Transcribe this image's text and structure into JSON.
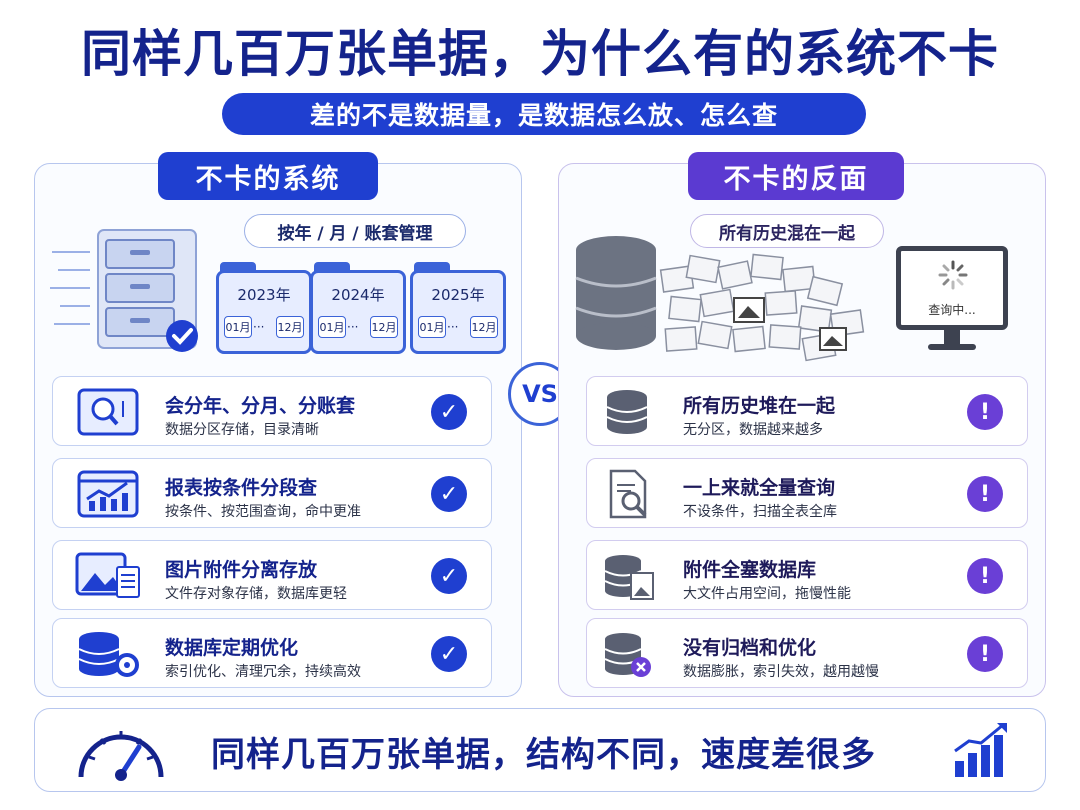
{
  "title": "同样几百万张单据，为什么有的系统不卡",
  "subtitle": "差的不是数据量，是数据怎么放、怎么查",
  "vs_label": "VS",
  "left": {
    "heading": "不卡的系统",
    "pill": "按年 / 月 / 账套管理",
    "folders": [
      {
        "year": "2023年",
        "m1": "01月",
        "dots": "···",
        "m2": "12月"
      },
      {
        "year": "2024年",
        "m1": "01月",
        "dots": "···",
        "m2": "12月"
      },
      {
        "year": "2025年",
        "m1": "01月",
        "dots": "···",
        "m2": "12月"
      }
    ],
    "items": [
      {
        "title": "会分年、分月、分账套",
        "desc": "数据分区存储，目录清晰",
        "icon": "search-list-icon"
      },
      {
        "title": "报表按条件分段查",
        "desc": "按条件、按范围查询，命中更准",
        "icon": "chart-report-icon"
      },
      {
        "title": "图片附件分离存放",
        "desc": "文件存对象存储，数据库更轻",
        "icon": "image-document-icon"
      },
      {
        "title": "数据库定期优化",
        "desc": "索引优化、清理冗余，持续高效",
        "icon": "database-gear-icon"
      }
    ],
    "badge": "✓"
  },
  "right": {
    "heading": "不卡的反面",
    "pill": "所有历史混在一起",
    "monitor_text": "查询中...",
    "items": [
      {
        "title": "所有历史堆在一起",
        "desc": "无分区，数据越来越多",
        "icon": "database-icon"
      },
      {
        "title": "一上来就全量查询",
        "desc": "不设条件，扫描全表全库",
        "icon": "document-search-icon"
      },
      {
        "title": "附件全塞数据库",
        "desc": "大文件占用空间，拖慢性能",
        "icon": "database-image-icon"
      },
      {
        "title": "没有归档和优化",
        "desc": "数据膨胀，索引失效，越用越慢",
        "icon": "database-x-icon"
      }
    ],
    "badge": "!"
  },
  "bottom": "同样几百万张单据，结构不同，速度差很多",
  "colors": {
    "blue": "#1f3fd0",
    "navy": "#14238c",
    "purple": "#5b3ad1"
  }
}
